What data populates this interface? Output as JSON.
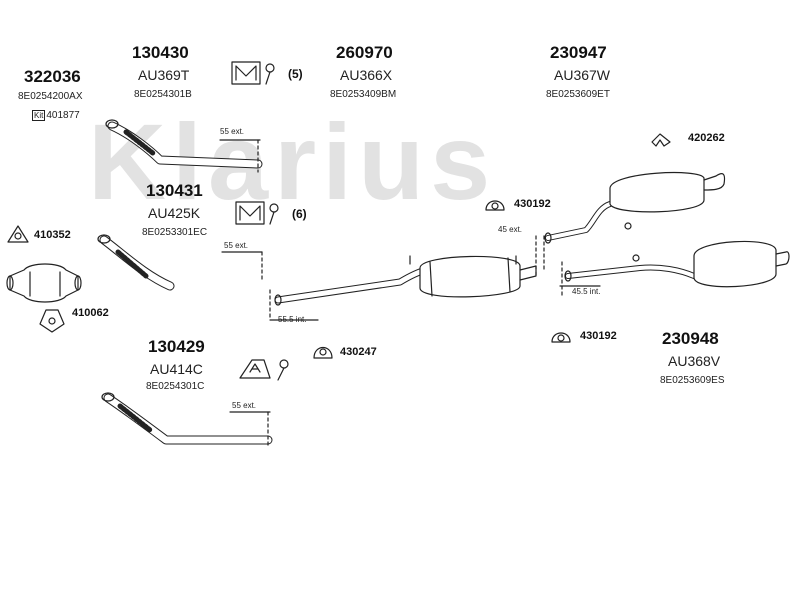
{
  "watermark": "Klarius",
  "groups": {
    "g322036": {
      "number": "322036",
      "code": "",
      "oem": "8E0254200AX"
    },
    "g130430": {
      "number": "130430",
      "code": "AU369T",
      "oem": "8E0254301B"
    },
    "g260970": {
      "number": "260970",
      "code": "AU366X",
      "oem": "8E0253409BM"
    },
    "g230947": {
      "number": "230947",
      "code": "AU367W",
      "oem": "8E0253609ET"
    },
    "g130431": {
      "number": "130431",
      "code": "AU425K",
      "oem": "8E0253301EC"
    },
    "g130429": {
      "number": "130429",
      "code": "AU414C",
      "oem": "8E0254301C"
    },
    "g230948": {
      "number": "230948",
      "code": "AU368V",
      "oem": "8E0253609ES"
    }
  },
  "kit": {
    "box_label": "Kit",
    "number": "401877"
  },
  "mount_kits": {
    "kit5": "(5)",
    "kit6": "(6)"
  },
  "parts": {
    "p420262": "420262",
    "p430192a": "430192",
    "p430192b": "430192",
    "p410352": "410352",
    "p410062": "410062",
    "p430247": "430247"
  },
  "dims": {
    "ext55_a": "55 ext.",
    "ext55_b": "55 ext.",
    "ext55_c": "55 ext.",
    "ext45": "45 ext.",
    "int55_5": "55.5 int.",
    "int45_5": "45.5 int."
  }
}
